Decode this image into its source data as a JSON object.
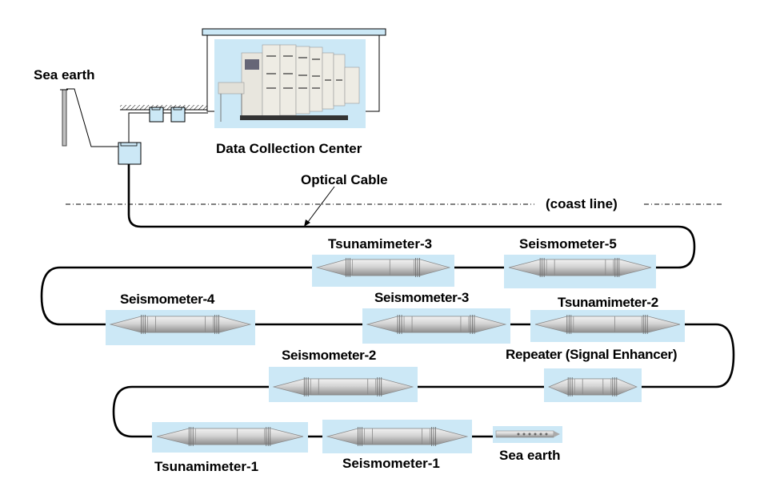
{
  "labels": {
    "sea_earth_land": "Sea earth",
    "data_center": "Data Collection Center",
    "optical_cable": "Optical Cable",
    "coast_line": "(coast line)",
    "sea_earth_sea": "Sea earth",
    "repeater": "Repeater (Signal Enhancer)"
  },
  "instruments": [
    {
      "id": "tsunamimeter-3",
      "label": "Tsunamimeter-3",
      "type": "tsunamimeter"
    },
    {
      "id": "seismometer-5",
      "label": "Seismometer-5",
      "type": "seismometer"
    },
    {
      "id": "seismometer-4",
      "label": "Seismometer-4",
      "type": "seismometer"
    },
    {
      "id": "seismometer-3",
      "label": "Seismometer-3",
      "type": "seismometer"
    },
    {
      "id": "tsunamimeter-2",
      "label": "Tsunamimeter-2",
      "type": "tsunamimeter"
    },
    {
      "id": "seismometer-2",
      "label": "Seismometer-2",
      "type": "seismometer"
    },
    {
      "id": "repeater",
      "label": "Repeater (Signal Enhancer)",
      "type": "repeater"
    },
    {
      "id": "tsunamimeter-1",
      "label": "Tsunamimeter-1",
      "type": "tsunamimeter"
    },
    {
      "id": "seismometer-1",
      "label": "Seismometer-1",
      "type": "seismometer"
    }
  ],
  "colors": {
    "panel_fill": "#cce8f6",
    "cable": "#000000",
    "instrument_body": "#c8c8c8"
  }
}
